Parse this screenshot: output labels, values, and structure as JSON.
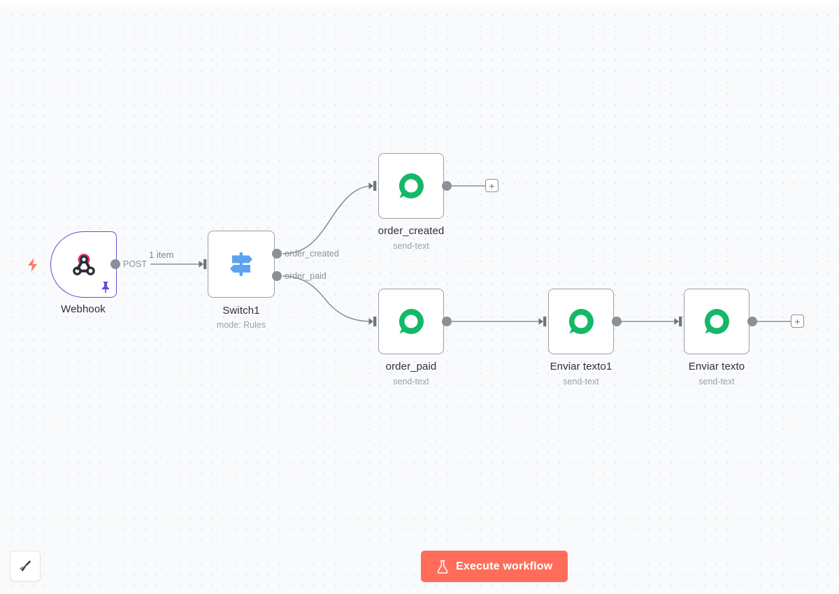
{
  "canvas": {
    "background_color": "#f9fafb",
    "dot_color": "#dfe2e8"
  },
  "nodes": [
    {
      "id": "webhook",
      "name": "Webhook",
      "subtitle": "",
      "type": "trigger",
      "icon": "webhook-icon",
      "pinned": true,
      "border_color": "#6a49d8"
    },
    {
      "id": "switch1",
      "name": "Switch1",
      "subtitle": "mode: Rules",
      "type": "switch",
      "icon": "signpost-icon",
      "pinned": false,
      "border_color": "#9a9fa6"
    },
    {
      "id": "order_created",
      "name": "order_created",
      "subtitle": "send-text",
      "type": "action",
      "icon": "chat-bubble-icon",
      "pinned": false,
      "border_color": "#9a9fa6"
    },
    {
      "id": "order_paid",
      "name": "order_paid",
      "subtitle": "send-text",
      "type": "action",
      "icon": "chat-bubble-icon",
      "pinned": false,
      "border_color": "#9a9fa6"
    },
    {
      "id": "enviar_texto1",
      "name": "Enviar texto1",
      "subtitle": "send-text",
      "type": "action",
      "icon": "chat-bubble-icon",
      "pinned": false,
      "border_color": "#9a9fa6"
    },
    {
      "id": "enviar_texto",
      "name": "Enviar texto",
      "subtitle": "send-text",
      "type": "action",
      "icon": "chat-bubble-icon",
      "pinned": false,
      "border_color": "#9a9fa6"
    }
  ],
  "edges": [
    {
      "from": "webhook",
      "to": "switch1",
      "output_label": "POST",
      "item_label": "1 item"
    },
    {
      "from": "switch1",
      "to": "order_created",
      "output_label": "order_created",
      "item_label": ""
    },
    {
      "from": "switch1",
      "to": "order_paid",
      "output_label": "order_paid",
      "item_label": ""
    },
    {
      "from": "order_paid",
      "to": "enviar_texto1",
      "output_label": "",
      "item_label": ""
    },
    {
      "from": "enviar_texto1",
      "to": "enviar_texto",
      "output_label": "",
      "item_label": ""
    }
  ],
  "add_buttons": [
    {
      "id": "add-after-order-created",
      "label": "+"
    },
    {
      "id": "add-after-enviar-texto",
      "label": "+"
    }
  ],
  "toolbar": {
    "tidy_up_label": "",
    "tidy_up_icon": "broom-icon"
  },
  "execute": {
    "label": "Execute workflow",
    "icon": "flask-icon",
    "color": "#ff6d5a"
  }
}
